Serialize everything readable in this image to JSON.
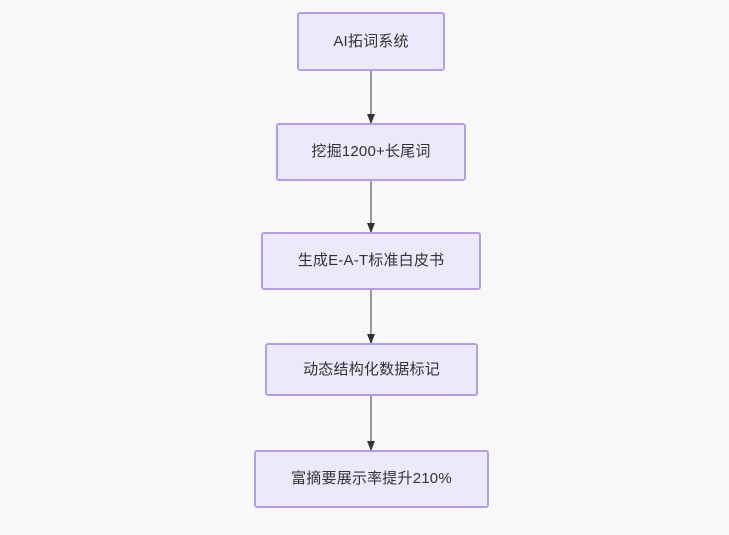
{
  "diagram": {
    "type": "flowchart",
    "direction": "top-to-bottom",
    "background_color": "#f8f8f8",
    "node_fill_color": "#ece9fc",
    "node_border_color": "#b69ceb",
    "node_text_color": "#333333",
    "connector_color": "#999999",
    "arrowhead_color": "#333333",
    "nodes": [
      {
        "id": "n0",
        "label": "AI拓词系统"
      },
      {
        "id": "n1",
        "label": "挖掘1200+长尾词"
      },
      {
        "id": "n2",
        "label": "生成E-A-T标准白皮书"
      },
      {
        "id": "n3",
        "label": "动态结构化数据标记"
      },
      {
        "id": "n4",
        "label": "富摘要展示率提升210%"
      }
    ],
    "edges": [
      {
        "from": "n0",
        "to": "n1",
        "label": ""
      },
      {
        "from": "n1",
        "to": "n2",
        "label": ""
      },
      {
        "from": "n2",
        "to": "n3",
        "label": ""
      },
      {
        "from": "n3",
        "to": "n4",
        "label": ""
      }
    ]
  }
}
